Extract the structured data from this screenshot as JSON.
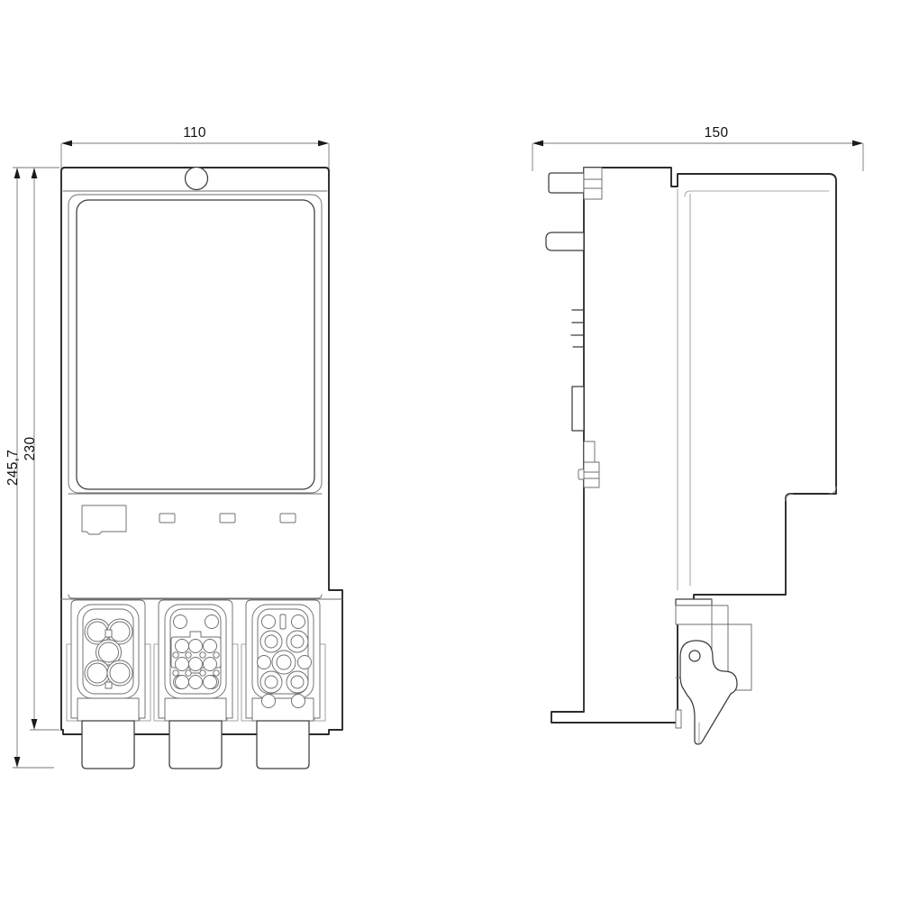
{
  "drawing": {
    "title": "Technical dimension drawing - front view and side view of a connector module",
    "background_color": "#ffffff",
    "line_color": "#2b2b2b",
    "dim_color": "#777777",
    "text_color": "#111111"
  },
  "dimensions": {
    "width_front": {
      "label": "110",
      "unit_implied": "mm",
      "orientation": "horizontal",
      "view": "front"
    },
    "height_body": {
      "label": "230",
      "unit_implied": "mm",
      "orientation": "vertical",
      "view": "front"
    },
    "height_overall": {
      "label": "245,7",
      "unit_implied": "mm",
      "orientation": "vertical",
      "view": "front"
    },
    "depth_side": {
      "label": "150",
      "unit_implied": "mm",
      "orientation": "horizontal",
      "view": "side"
    }
  },
  "views": {
    "front": {
      "name": "front-view",
      "features": {
        "top_mounting_hole": "circle",
        "display_window": "rounded-rectangle",
        "label_plate": "rectangle-with-notch",
        "indicator_slots": 3,
        "connectors": [
          {
            "name": "power-connector",
            "style": "round-5-pin",
            "pin_count": 5
          },
          {
            "name": "signal-connector",
            "style": "d-sub-multi-pin",
            "pin_count": 21
          },
          {
            "name": "io-connector",
            "style": "mixed-ring-pin",
            "pin_count": 11
          }
        ]
      }
    },
    "side": {
      "name": "side-view",
      "features": {
        "top_tab_with_bolt": true,
        "side_lug": true,
        "cooling_fins": 4,
        "mid_recess": true,
        "lower_bolt_boss": true,
        "bottom_latch_clip": true,
        "latch_pivot_hole": "circle",
        "stepped_rear_profile": 2
      }
    }
  }
}
